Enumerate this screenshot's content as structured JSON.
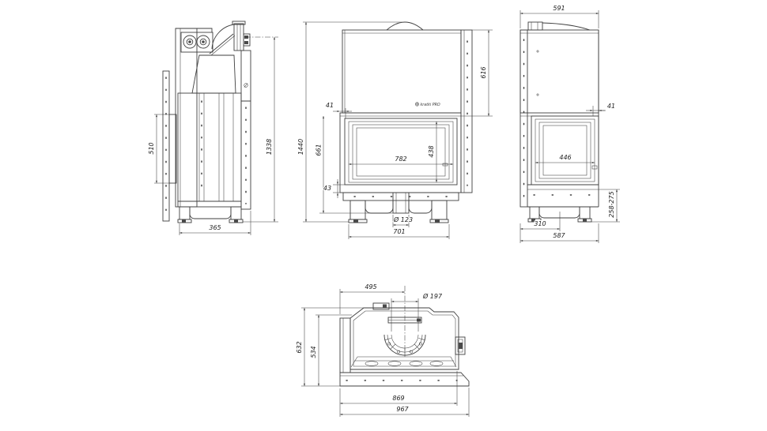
{
  "drawing": {
    "background": "#ffffff",
    "line_color": "#3f3f3f",
    "text_color": "#222222",
    "logo": "kratki PRO",
    "views": {
      "side_left": {
        "dims": {
          "panel_height": "510",
          "flue_height": "1338",
          "base_depth": "365"
        }
      },
      "front": {
        "dims": {
          "frame_offset_top": "41",
          "hood_height": "616",
          "overall_height": "1440",
          "firebox_height": "661",
          "glass_width": "782",
          "glass_height": "438",
          "frame_offset_bottom": "43",
          "inlet_diameter": "Ø 123",
          "leg_spacing": "701"
        }
      },
      "side_right": {
        "dims": {
          "depth": "591",
          "frame_offset": "41",
          "glass_width": "446",
          "plinth_height": "258-275",
          "leg_offset": "310",
          "base_depth": "587"
        }
      },
      "top": {
        "dims": {
          "collar_offset": "495",
          "collar_diameter": "Ø 197",
          "overall_depth": "632",
          "body_depth": "534",
          "body_width": "869",
          "overall_width": "967"
        }
      }
    }
  }
}
